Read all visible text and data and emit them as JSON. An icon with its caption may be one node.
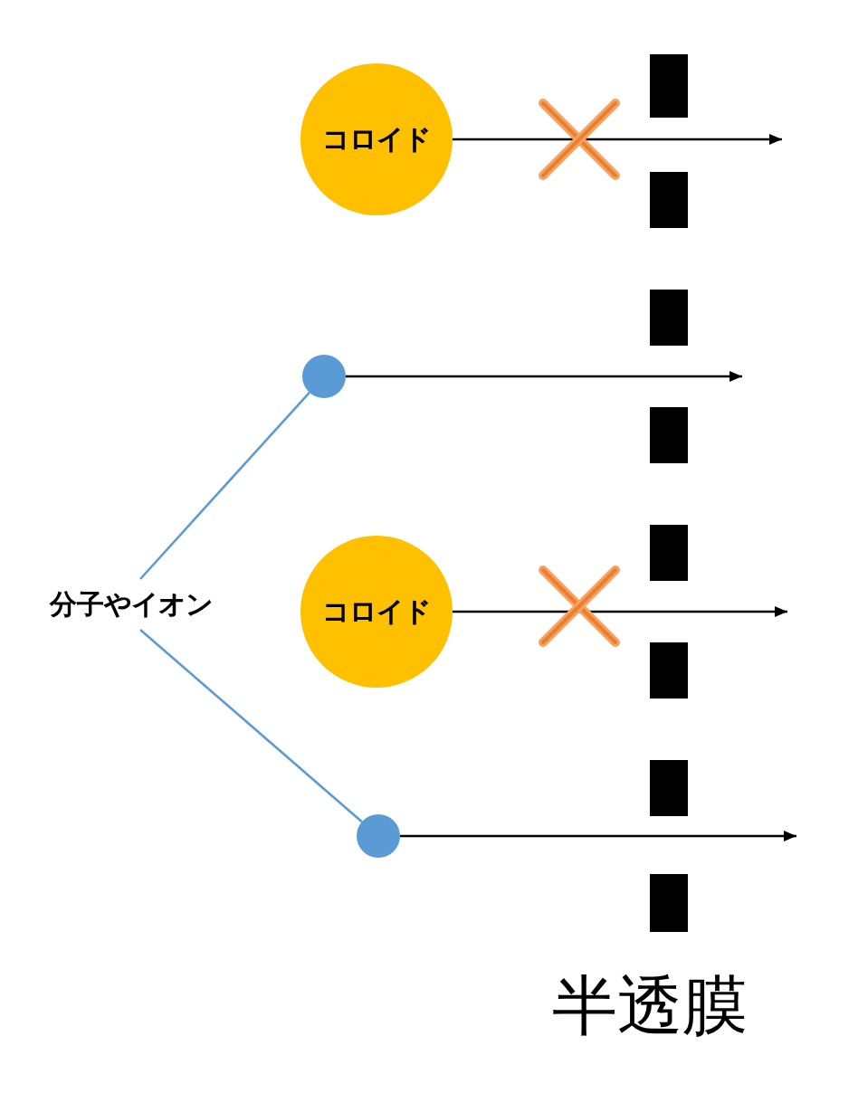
{
  "diagram": {
    "nodes": [
      {
        "text": [
          "コロイド"
        ]
      },
      {
        "text": [],
        "shape": "circle"
      },
      {
        "text": [
          "分子やイオン"
        ]
      },
      {
        "text": [
          "コロイド"
        ]
      },
      {
        "text": [],
        "shape": "circle"
      }
    ],
    "edges": [
      {
        "from": 0,
        "to": null,
        "arrow": "to"
      },
      {
        "from": 1,
        "to": null,
        "arrow": "to"
      },
      {
        "from": 2,
        "to": 1,
        "arrow": "none",
        "color": "#5b9bd5"
      },
      {
        "from": 3,
        "to": null,
        "arrow": "to"
      },
      {
        "from": 2,
        "to": 4,
        "arrow": "none",
        "color": "#5b9bd5"
      },
      {
        "from": 4,
        "to": null,
        "arrow": "to"
      }
    ],
    "labels": [
      "半透膜"
    ]
  }
}
